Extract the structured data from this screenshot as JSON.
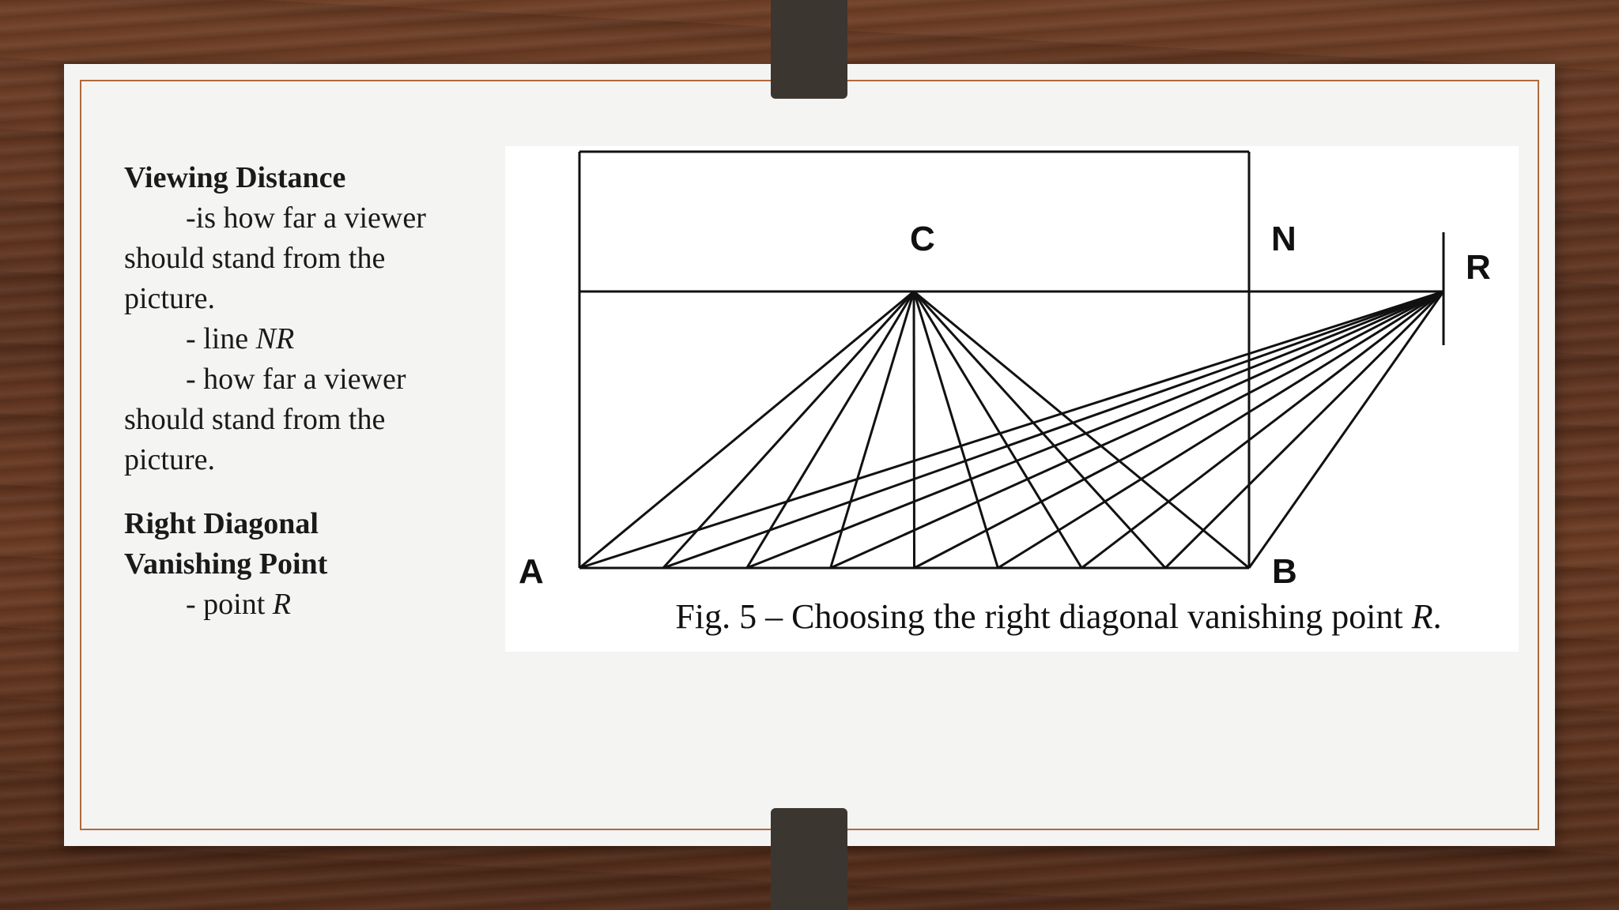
{
  "slide": {
    "text": {
      "heading1": "Viewing Distance",
      "line1": "-is how far a viewer",
      "line2": "should stand from the",
      "line3": "picture.",
      "line4_prefix": "-  line ",
      "line4_em": "NR",
      "line5": "- how far a viewer",
      "line6": "should stand from the",
      "line7": "picture.",
      "heading2_line1": "Right Diagonal",
      "heading2_line2": "Vanishing Point",
      "line8_prefix": "- point ",
      "line8_em": "R"
    },
    "figure": {
      "labels": {
        "A": "A",
        "B": "B",
        "C": "C",
        "N": "N",
        "R": "R"
      },
      "caption_prefix": "Fig. 5 – Choosing the right diagonal vanishing point ",
      "caption_em": "R",
      "caption_suffix": "."
    }
  }
}
